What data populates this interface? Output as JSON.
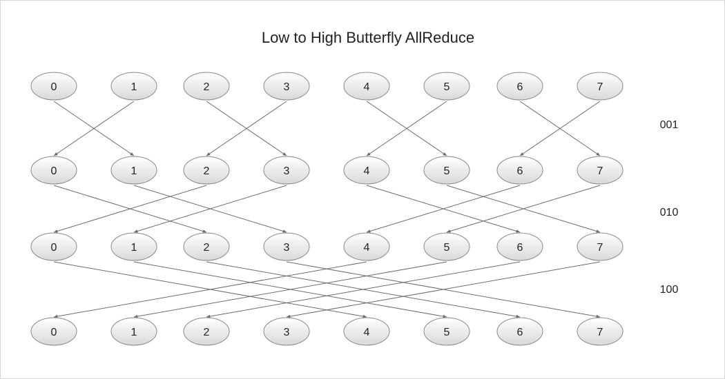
{
  "title": "Low to High Butterfly AllReduce",
  "levels": [
    {
      "labels": [
        "0",
        "1",
        "2",
        "3",
        "4",
        "5",
        "6",
        "7"
      ]
    },
    {
      "labels": [
        "0",
        "1",
        "2",
        "3",
        "4",
        "5",
        "6",
        "7"
      ]
    },
    {
      "labels": [
        "0",
        "1",
        "2",
        "3",
        "4",
        "5",
        "6",
        "7"
      ]
    },
    {
      "labels": [
        "0",
        "1",
        "2",
        "3",
        "4",
        "5",
        "6",
        "7"
      ]
    }
  ],
  "stages": [
    {
      "label": "001",
      "mask": 1
    },
    {
      "label": "010",
      "mask": 2
    },
    {
      "label": "100",
      "mask": 4
    }
  ],
  "colors": {
    "node_fill_top": "#ffffff",
    "node_fill_bottom": "#d9d9d9",
    "node_stroke": "#8a8a8a",
    "edge": "#6a6a6a",
    "text": "#222222"
  }
}
